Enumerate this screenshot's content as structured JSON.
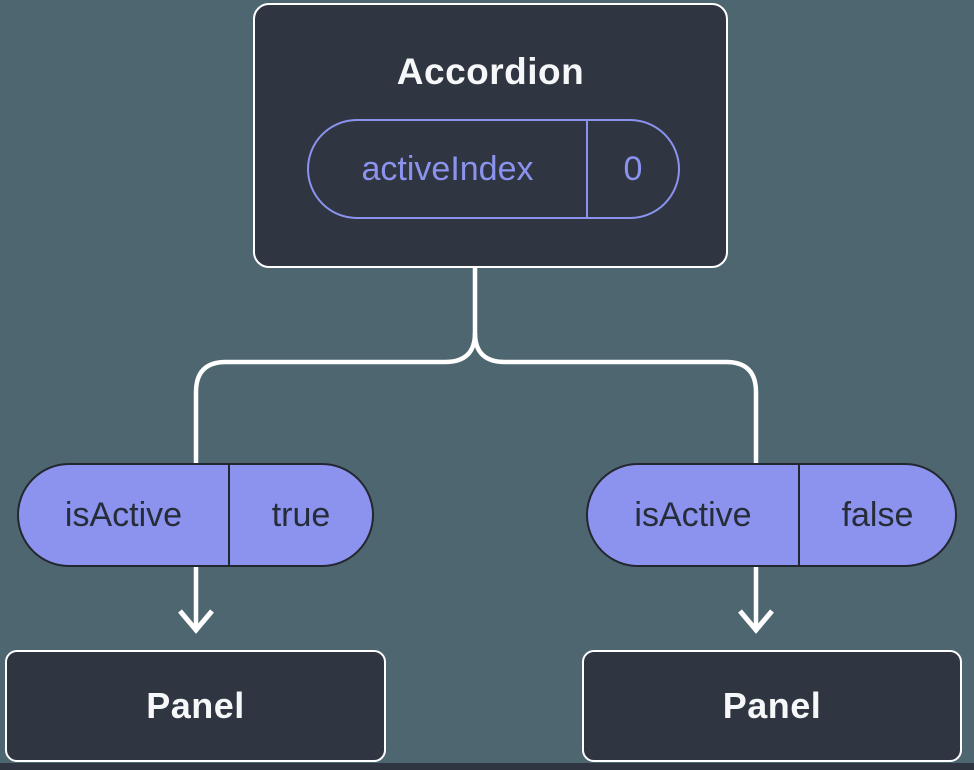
{
  "colors": {
    "background": "#4E6670",
    "node_fill": "#2F3642",
    "node_border": "#FFFFFF",
    "connector": "#FFFFFF",
    "accent_purple": "#8B93EE",
    "pill_fill": "#8B93EE",
    "pill_border": "#23272F",
    "pill_text": "#262C38",
    "title_text": "#F6F7F9"
  },
  "root": {
    "title": "Accordion",
    "state_name": "activeIndex",
    "state_value": "0"
  },
  "left_child": {
    "prop_name": "isActive",
    "prop_value": "true",
    "component": "Panel"
  },
  "right_child": {
    "prop_name": "isActive",
    "prop_value": "false",
    "component": "Panel"
  }
}
